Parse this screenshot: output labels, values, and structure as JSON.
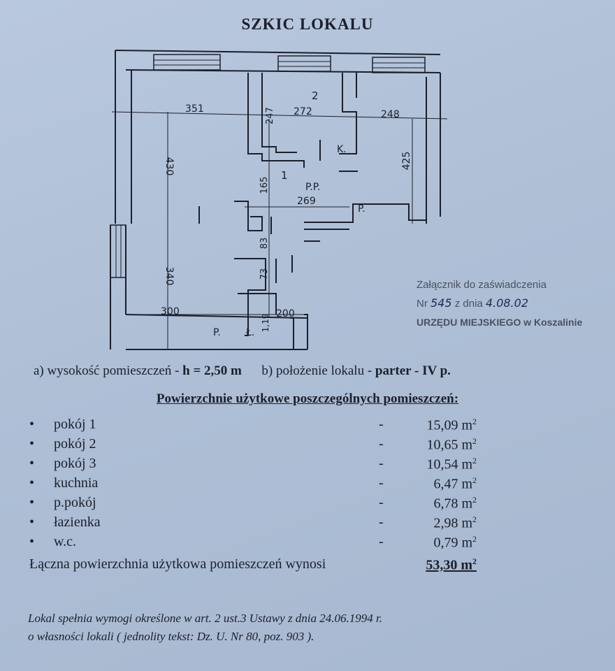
{
  "title": "SZKIC LOKALU",
  "plan": {
    "dimensions": [
      "351",
      "247",
      "272",
      "248",
      "430",
      "425",
      "165",
      "269",
      "83",
      "73",
      "340",
      "300",
      "1,19",
      "200"
    ],
    "room_labels": [
      "2",
      "1",
      "K.",
      "P.P.",
      "P.",
      "P.",
      "Ł."
    ]
  },
  "stamp": {
    "line1": "Załącznik do zaświadczenia",
    "nr_prefix": "Nr",
    "nr_value": "545",
    "date_prefix": "z dnia",
    "date_value": "4.08.02",
    "line3": "URZĘDU MIEJSKIEGO w Koszalinie"
  },
  "info": {
    "a_label": "a) wysokość pomieszczeń -",
    "a_value": "h = 2,50 m",
    "b_label": "b) położenie lokalu -",
    "b_value": "parter - IV p."
  },
  "section_title": "Powierzchnie użytkowe poszczególnych pomieszczeń:",
  "rooms": [
    {
      "name": "pokój 1",
      "area": "15,09"
    },
    {
      "name": "pokój 2",
      "area": "10,65"
    },
    {
      "name": "pokój 3",
      "area": "10,54"
    },
    {
      "name": "kuchnia",
      "area": "6,47"
    },
    {
      "name": "p.pokój",
      "area": "6,78"
    },
    {
      "name": "łazienka",
      "area": "2,98"
    },
    {
      "name": "w.c.",
      "area": "0,79"
    }
  ],
  "unit": "m",
  "unit_power": "2",
  "bullet": "•",
  "dash": "-",
  "total": {
    "label": "Łączna powierzchnia użytkowa pomieszczeń wynosi",
    "area": "53,30 m"
  },
  "footnote": {
    "line1": "Lokal spełnia wymogi określone w art. 2 ust.3 Ustawy z dnia 24.06.1994 r.",
    "line2": "o własności lokali ( jednolity tekst: Dz. U. Nr 80, poz. 903 )."
  }
}
